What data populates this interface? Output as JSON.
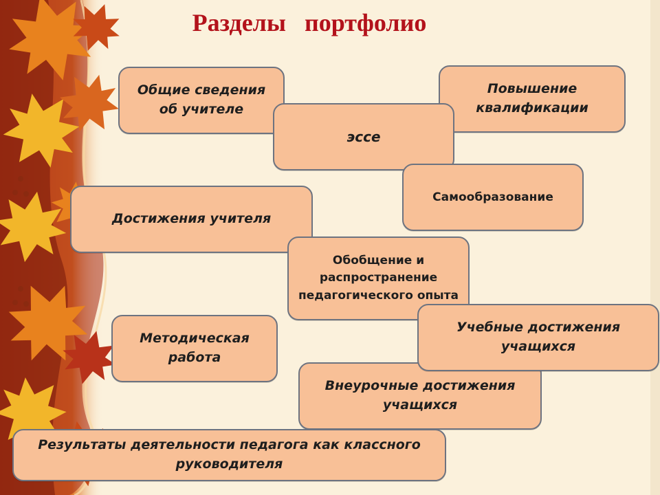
{
  "title": "Разделы   портфолио",
  "colors": {
    "title": "#b3121b",
    "box_fill": "#f8c097",
    "box_border": "#6d7380",
    "background": "#fbf1dc",
    "leaf_orange": "#e8821e",
    "leaf_red": "#b8321a",
    "leaf_yellow": "#f2b62a"
  },
  "boxes": [
    {
      "id": "general",
      "text": "Общие сведения об учителе"
    },
    {
      "id": "qualification",
      "text": "Повышение квалификации"
    },
    {
      "id": "essay",
      "text": "эссе"
    },
    {
      "id": "self_education",
      "text": "Самообразование"
    },
    {
      "id": "achievements_teacher",
      "text": "Достижения учителя"
    },
    {
      "id": "experience",
      "text": "Обобщение и распространение педагогического опыта"
    },
    {
      "id": "methodical",
      "text": "Методическая работа"
    },
    {
      "id": "students_academic",
      "text": "Учебные достижения учащихся"
    },
    {
      "id": "students_extracurricular",
      "text": "Внеурочные достижения учащихся"
    },
    {
      "id": "class_teacher",
      "text": "Результаты деятельности педагога как классного руководителя"
    }
  ]
}
